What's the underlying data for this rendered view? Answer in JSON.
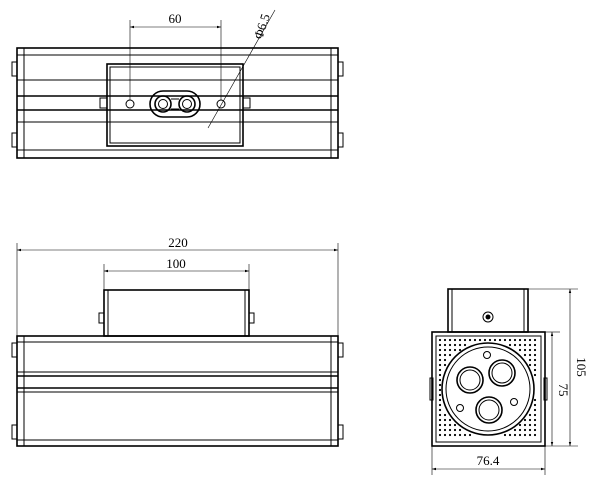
{
  "drawing": {
    "top_view": {
      "dim_bracket_width": "60",
      "dim_hole_diameter": "Φ6.5"
    },
    "front_view": {
      "dim_overall_length": "220",
      "dim_bracket_length": "100"
    },
    "side_view": {
      "dim_overall_height": "105",
      "dim_body_height": "75",
      "dim_body_width": "76.4"
    }
  }
}
